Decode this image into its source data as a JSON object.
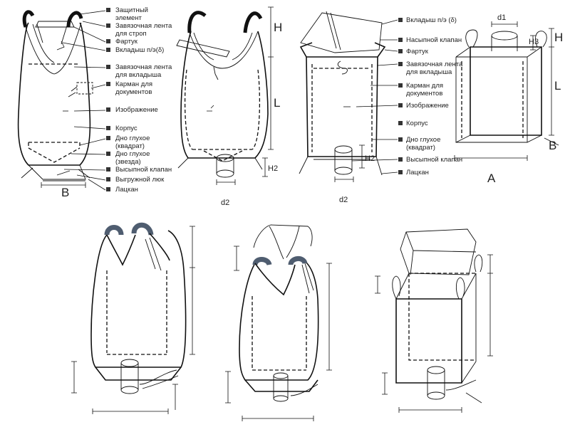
{
  "diagram1": {
    "labels": [
      "Защитный",
      "элемент",
      "Завязочная лента",
      "для строп",
      "Фартук",
      "Вкладыш п/э(δ)",
      "Завязочная лента",
      "для вкладыша",
      "Карман для",
      "документов",
      "Изображение",
      "Корпус",
      "Дно глухое",
      "(квадрат)",
      "Дно глухое",
      "(звезда)",
      "Высыпной клапан",
      "Выгружной люк",
      "Лацкан"
    ],
    "dims": {
      "h": "H",
      "l": "L",
      "b": "B",
      "h2": "H2",
      "d2": "d2"
    }
  },
  "diagram2": {
    "labels": [
      "Вкладыш п/э (δ)",
      "Насыпной клапан",
      "Фартук",
      "Завязочная лента",
      "для вкладыша",
      "Карман для",
      "документов",
      "Изображение",
      "Корпус",
      "Дно глухое",
      "(квадрат)",
      "Высыпной клапан",
      "Лацкан"
    ],
    "dims": {
      "d1": "d1",
      "h": "H",
      "l": "L",
      "a": "A",
      "b": "B",
      "h2": "H2",
      "d2": "d2",
      "h3": "H3"
    }
  }
}
